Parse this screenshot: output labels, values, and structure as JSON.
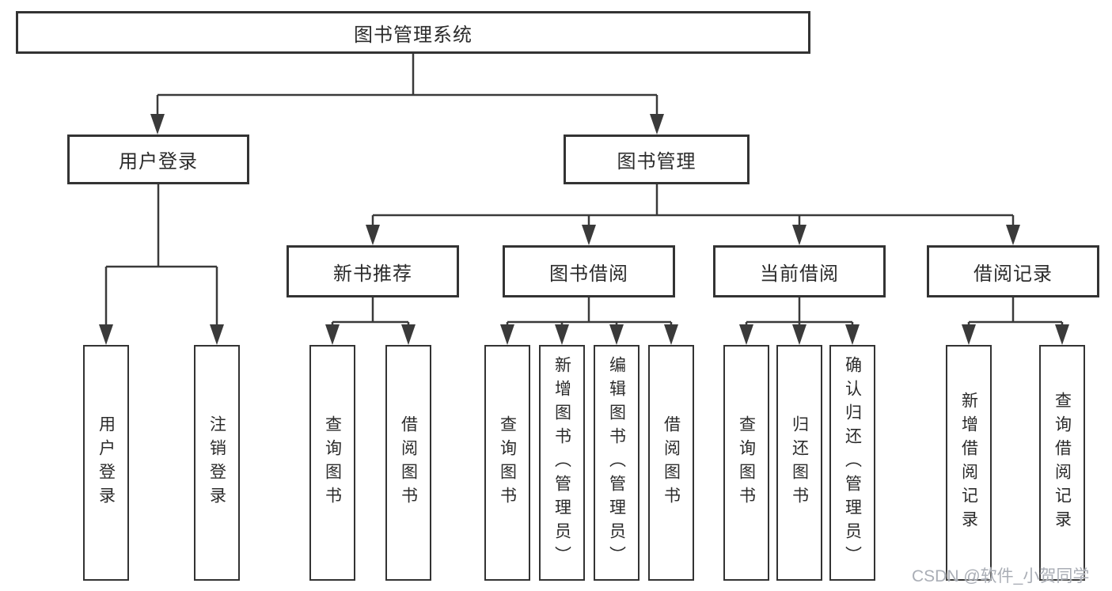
{
  "tree": {
    "root": {
      "label": "图书管理系统"
    },
    "level2": [
      {
        "label": "用户登录",
        "children": [
          {
            "label": "用户登录"
          },
          {
            "label": "注销登录"
          }
        ]
      },
      {
        "label": "图书管理",
        "children": [
          {
            "label": "新书推荐",
            "children": [
              {
                "label": "查询图书"
              },
              {
                "label": "借阅图书"
              }
            ]
          },
          {
            "label": "图书借阅",
            "children": [
              {
                "label": "查询图书"
              },
              {
                "label": "新增图书（管理员）"
              },
              {
                "label": "编辑图书（管理员）"
              },
              {
                "label": "借阅图书"
              }
            ]
          },
          {
            "label": "当前借阅",
            "children": [
              {
                "label": "查询图书"
              },
              {
                "label": "归还图书"
              },
              {
                "label": "确认归还（管理员）"
              }
            ]
          },
          {
            "label": "借阅记录",
            "children": [
              {
                "label": "新增借阅记录"
              },
              {
                "label": "查询借阅记录"
              }
            ]
          }
        ]
      }
    ]
  },
  "watermark": {
    "text": "CSDN @软件_小贺同学"
  },
  "colors": {
    "line": "#3a3a3a",
    "box_border": "#333333",
    "text": "#2b2b2b",
    "watermark": "#aaaeb6",
    "background": "#ffffff"
  }
}
